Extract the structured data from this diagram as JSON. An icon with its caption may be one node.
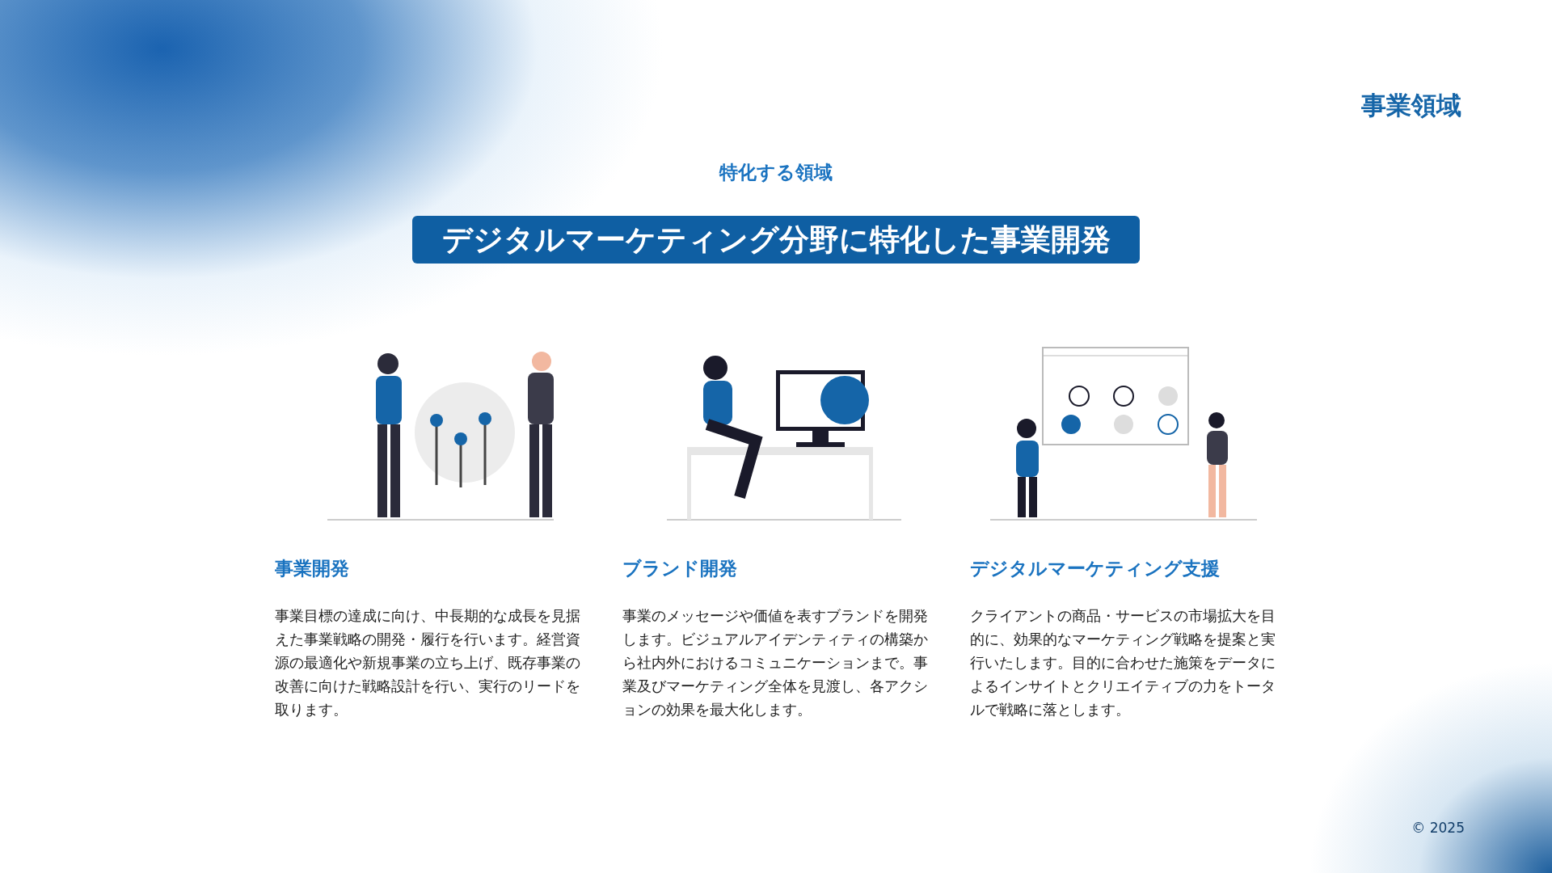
{
  "diagram": {
    "title": "デジタルマーケティング分野に特化した事業開発",
    "labels": [
      "事業領域",
      "特化する領域",
      "事業開発",
      "事業目標の達成に向け、中長期的な成長を見据えた事業戦略の開発・履行を行います。経営資源の最適化や新規事業の立ち上げ、既存事業の改善に向けた戦略設計を行い、実行のリードを取ります。",
      "ブランド開発",
      "事業のメッセージや価値を表すブランドを開発します。ビジュアルアイデンティティの構築から社内外におけるコミュニケーションまで。事業及びマーケティング全体を見渡し、各アクションの効果を最大化します。",
      "デジタルマーケティング支援",
      "クライアントの商品・サービスの市場拡大を目的に、効果的なマーケティング戦略を提案と実行いたします。目的に合わせた施策をデータによるインサイトとクリエイティブの力をトータルで戦略に落とします。",
      "© 2025"
    ]
  }
}
